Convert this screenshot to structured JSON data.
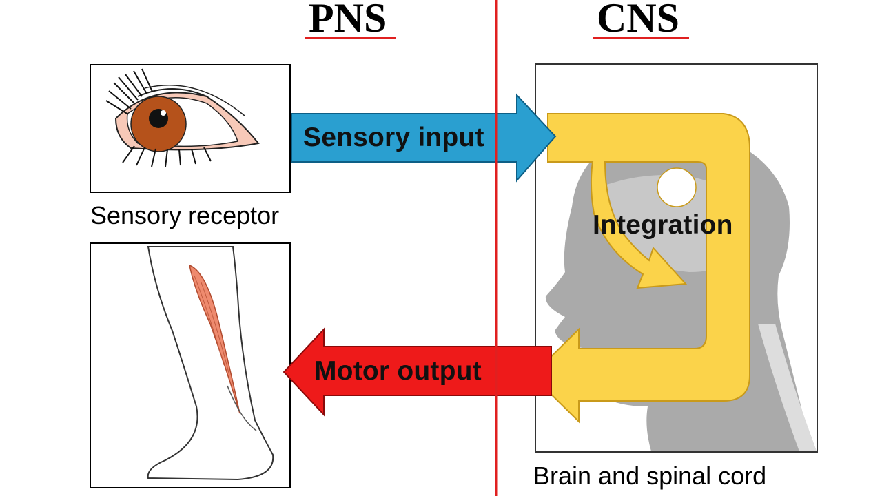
{
  "headings": {
    "pns": "PNS",
    "cns": "CNS"
  },
  "labels": {
    "sensory_receptor": "Sensory receptor",
    "brain_spinal": "Brain and spinal cord"
  },
  "arrows": {
    "sensory_input": "Sensory input",
    "integration": "Integration",
    "motor_output": "Motor output"
  },
  "colors": {
    "divider": "#e02020",
    "sensory_arrow": "#2a9fd0",
    "motor_arrow": "#ee1a1a",
    "integration_arrow": "#fbd34a",
    "head_silhouette": "#aaaaaa"
  },
  "icons": [
    "eye-icon",
    "leg-muscle-icon",
    "head-silhouette-icon"
  ]
}
